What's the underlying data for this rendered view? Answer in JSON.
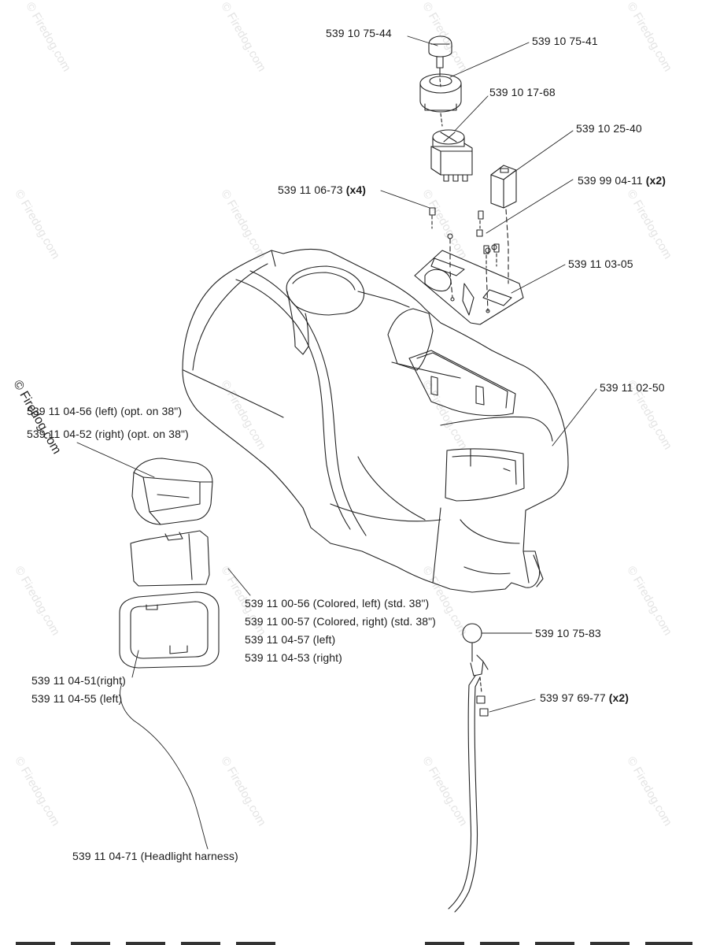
{
  "watermark": {
    "text": "© Firedog.com",
    "side_text": "© Firedog.com"
  },
  "callouts": [
    {
      "id": "key",
      "part": "539 10 75-44",
      "qty": ""
    },
    {
      "id": "ignition-switch",
      "part": "539 10 75-41",
      "qty": ""
    },
    {
      "id": "switch-connector",
      "part": "539 10 17-68",
      "qty": ""
    },
    {
      "id": "relay",
      "part": "539 10 25-40",
      "qty": ""
    },
    {
      "id": "screw",
      "part": "539 11 06-73",
      "qty": "(x4)"
    },
    {
      "id": "relay-screw",
      "part": "539 99 04-11",
      "qty": "(x2)"
    },
    {
      "id": "bracket-plate",
      "part": "539 11 03-05",
      "qty": ""
    },
    {
      "id": "hood",
      "part": "539 11 02-50",
      "qty": ""
    },
    {
      "id": "headlight-housing-left",
      "part": "539 11 04-56 (left) (opt. on 38\")",
      "qty": ""
    },
    {
      "id": "headlight-housing-right",
      "part": "539 11 04-52 (right) (opt. on 38\")",
      "qty": ""
    },
    {
      "id": "lens-colored-left",
      "part": "539 11 00-56 (Colored, left) (std. 38\")",
      "qty": ""
    },
    {
      "id": "lens-colored-right",
      "part": "539 11 00-57 (Colored, right) (std. 38\")",
      "qty": ""
    },
    {
      "id": "lens-left",
      "part": "539 11 04-57 (left)",
      "qty": ""
    },
    {
      "id": "lens-right",
      "part": "539 11 04-53 (right)",
      "qty": ""
    },
    {
      "id": "bezel-right",
      "part": "539 11 04-51(right)",
      "qty": ""
    },
    {
      "id": "bezel-left",
      "part": "539 11 04-55 (left)",
      "qty": ""
    },
    {
      "id": "knob",
      "part": "539 10 75-83",
      "qty": ""
    },
    {
      "id": "nut",
      "part": "539 97 69-77",
      "qty": "(x2)"
    },
    {
      "id": "harness",
      "part": "539 11 04-71 (Headlight harness)",
      "qty": ""
    }
  ]
}
